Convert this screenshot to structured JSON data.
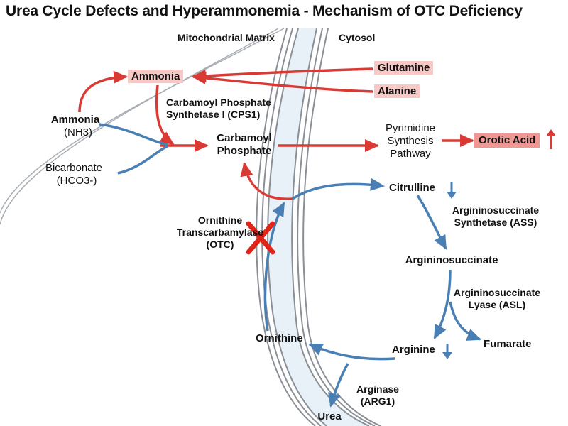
{
  "title": "Urea Cycle Defects and Hyperammonemia - Mechanism of OTC Deficiency",
  "regions": {
    "matrix": "Mitochondrial Matrix",
    "cytosol": "Cytosol"
  },
  "sources": {
    "ammonia_highlight": "Ammonia",
    "glutamine": "Glutamine",
    "alanine": "Alanine",
    "ammonia_label": "Ammonia",
    "ammonia_formula": "(NH3)",
    "bicarbonate_label": "Bicarbonate",
    "bicarbonate_formula": "(HCO3-)"
  },
  "enzymes": {
    "cps1_line1": "Carbamoyl Phosphate",
    "cps1_line2": "Synthetase I (CPS1)",
    "otc_line1": "Ornithine",
    "otc_line2": "Transcarbamylase",
    "otc_line3": "(OTC)",
    "ass_line1": "Argininosuccinate",
    "ass_line2": "Synthetase (ASS)",
    "asl_line1": "Argininosuccinate",
    "asl_line2": "Lyase (ASL)",
    "arg_line1": "Arginase",
    "arg_line2": "(ARG1)"
  },
  "metabolites": {
    "carbamoyl_line1": "Carbamoyl",
    "carbamoyl_line2": "Phosphate",
    "pyrimidine_line1": "Pyrimidine",
    "pyrimidine_line2": "Synthesis",
    "pyrimidine_line3": "Pathway",
    "orotic_acid": "Orotic Acid",
    "citrulline": "Citrulline",
    "argininosuccinate": "Argininosuccinate",
    "arginine": "Arginine",
    "fumarate": "Fumarate",
    "ornithine": "Ornithine",
    "urea": "Urea"
  },
  "colors": {
    "red_arrow": "#d93a34",
    "blue_arrow": "#4a7fb3",
    "block_x": "#e02418",
    "highlight_light": "#f6c9c6",
    "highlight_dark": "#ef9893",
    "membrane": "#8a8f96"
  },
  "icons": {
    "otc_block": "red-x-icon",
    "increase": "red-up-arrow-icon",
    "decrease": "blue-down-arrow-icon"
  }
}
